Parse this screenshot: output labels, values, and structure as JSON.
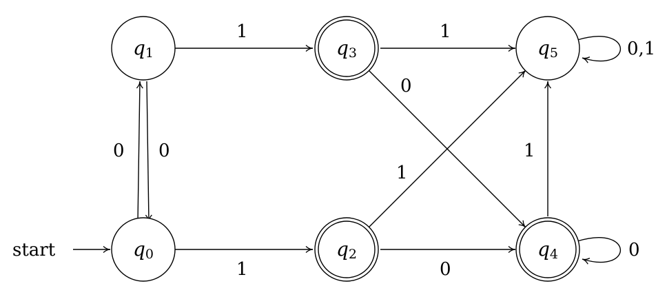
{
  "states": [
    {
      "id": "q0",
      "letter": "q",
      "sub": "0",
      "accepting": false,
      "initial": true
    },
    {
      "id": "q1",
      "letter": "q",
      "sub": "1",
      "accepting": false,
      "initial": false
    },
    {
      "id": "q2",
      "letter": "q",
      "sub": "2",
      "accepting": true,
      "initial": false
    },
    {
      "id": "q3",
      "letter": "q",
      "sub": "3",
      "accepting": true,
      "initial": false
    },
    {
      "id": "q4",
      "letter": "q",
      "sub": "4",
      "accepting": true,
      "initial": false
    },
    {
      "id": "q5",
      "letter": "q",
      "sub": "5",
      "accepting": false,
      "initial": false
    }
  ],
  "start_label": "start",
  "transitions": [
    {
      "from": "q0",
      "to": "q1",
      "label": "0"
    },
    {
      "from": "q1",
      "to": "q0",
      "label": "0"
    },
    {
      "from": "q0",
      "to": "q2",
      "label": "1"
    },
    {
      "from": "q1",
      "to": "q3",
      "label": "1"
    },
    {
      "from": "q3",
      "to": "q5",
      "label": "1"
    },
    {
      "from": "q3",
      "to": "q4",
      "label": "0"
    },
    {
      "from": "q2",
      "to": "q5",
      "label": "1"
    },
    {
      "from": "q2",
      "to": "q4",
      "label": "0"
    },
    {
      "from": "q4",
      "to": "q5",
      "label": "1"
    },
    {
      "from": "q4",
      "to": "q4",
      "label": "0"
    },
    {
      "from": "q5",
      "to": "q5",
      "label": "0,1"
    }
  ]
}
